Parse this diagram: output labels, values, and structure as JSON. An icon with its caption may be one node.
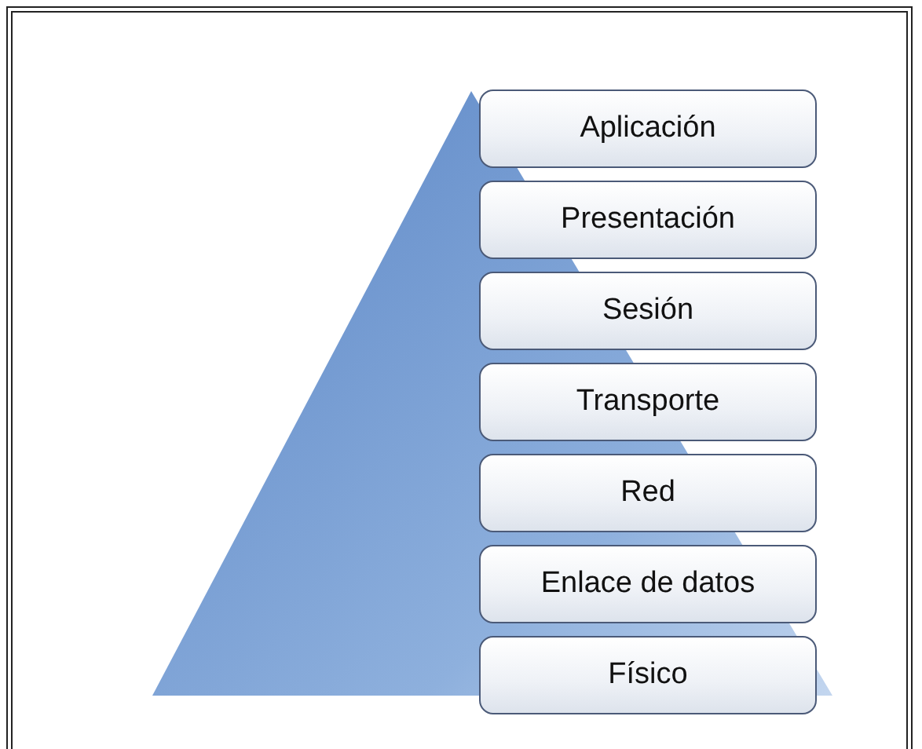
{
  "diagram": {
    "nodes": [
      {
        "text": [
          "Aplicación"
        ]
      },
      {
        "text": [
          "Presentación"
        ]
      },
      {
        "text": [
          "Sesión"
        ]
      },
      {
        "text": [
          "Transporte"
        ]
      },
      {
        "text": [
          "Red"
        ]
      },
      {
        "text": [
          "Enlace de datos"
        ]
      },
      {
        "text": [
          "Físico"
        ]
      }
    ]
  }
}
